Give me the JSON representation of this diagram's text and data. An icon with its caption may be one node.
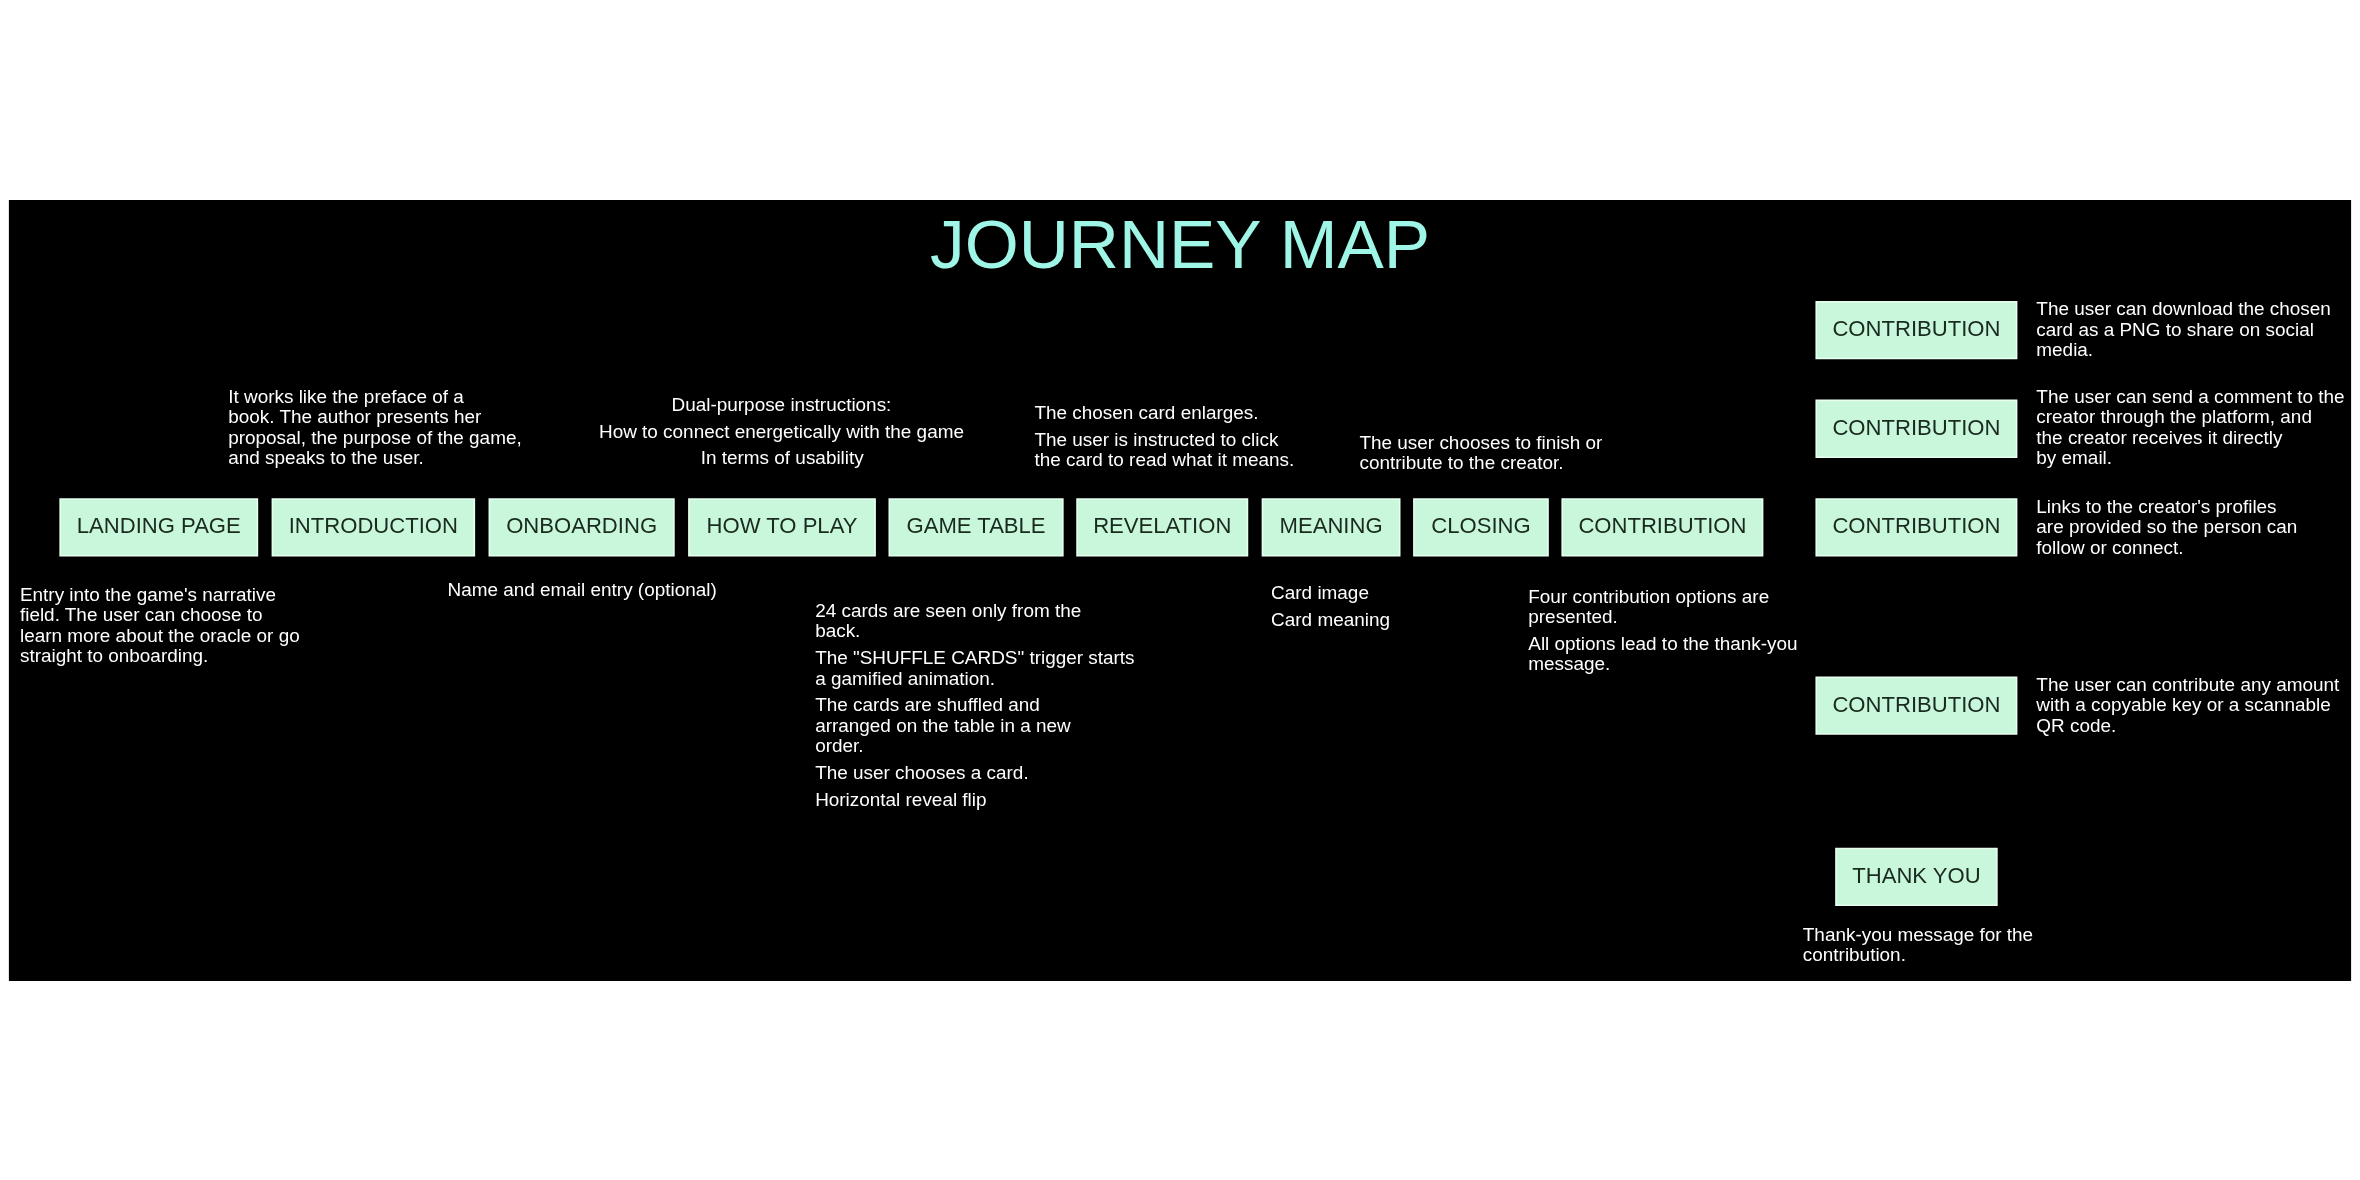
{
  "diagram": {
    "title": "JOURNEY MAP",
    "nodes": [
      {
        "text": [
          "LANDING PAGE"
        ],
        "beside": [
          "Entry into the game's narrative field. The user can choose to learn more about the oracle or go straight to onboarding."
        ]
      },
      {
        "text": [
          "INTRODUCTION"
        ],
        "beside": [
          "It works like the preface of a book. The author presents her proposal, the purpose of the game, and speaks to the user."
        ]
      },
      {
        "text": [
          "ONBOARDING"
        ],
        "beside": [
          "Name and email entry (optional)"
        ]
      },
      {
        "text": [
          "HOW TO PLAY"
        ],
        "beside": [
          "Dual-purpose instructions:",
          "How to connect energetically with the game",
          "In terms of usability"
        ]
      },
      {
        "text": [
          "GAME TABLE"
        ],
        "beside": [
          "24 cards are seen only from the back.",
          "The \"SHUFFLE CARDS\" trigger starts a gamified animation.",
          "The cards are shuffled and arranged on the table in a new order.",
          "The user chooses a card.",
          "Horizontal reveal flip"
        ]
      },
      {
        "text": [
          "REVELATION"
        ],
        "beside": [
          "The chosen card enlarges.",
          "The user is instructed to click the card to read what it means."
        ]
      },
      {
        "text": [
          "MEANING"
        ],
        "beside": [
          "Card image",
          "Card meaning"
        ]
      },
      {
        "text": [
          "CLOSING"
        ],
        "beside": [
          "The user chooses to finish or contribute to the creator."
        ]
      },
      {
        "text": [
          "CONTRIBUTION"
        ],
        "beside": [
          "Four contribution options are presented.",
          "All options lead to the thank-you message."
        ]
      },
      {
        "text": [
          "CONTRIBUTION"
        ],
        "beside": [
          "The user can download the chosen card as a PNG to share on social media."
        ]
      },
      {
        "text": [
          "CONTRIBUTION"
        ],
        "beside": [
          "The user can send a comment to the creator through the platform, and the creator receives it directly by email."
        ]
      },
      {
        "text": [
          "CONTRIBUTION"
        ],
        "beside": [
          "Links to the creator's profiles are provided so the person can follow or connect."
        ]
      },
      {
        "text": [
          "CONTRIBUTION"
        ],
        "beside": [
          "The user can contribute any amount with a copyable key or a scannable QR code."
        ]
      },
      {
        "text": [
          "THANK YOU"
        ],
        "beside": [
          "Thank-you message for the contribution."
        ]
      }
    ]
  }
}
